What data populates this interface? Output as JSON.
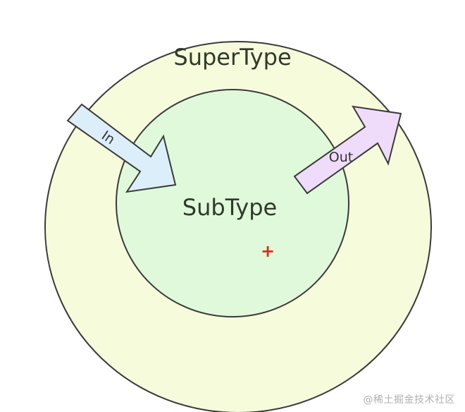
{
  "diagram": {
    "outer_label": "SuperType",
    "inner_label": "SubType",
    "in_label": "In",
    "out_label": "Out",
    "marker": "+",
    "colors": {
      "outer_fill": "#f6fbdc",
      "inner_fill": "#e0f9db",
      "in_arrow_fill": "#dceefa",
      "out_arrow_fill": "#efdcfa",
      "stroke": "#3a3a3a",
      "marker": "#e02a1a"
    }
  },
  "watermark": "@稀土掘金技术社区"
}
